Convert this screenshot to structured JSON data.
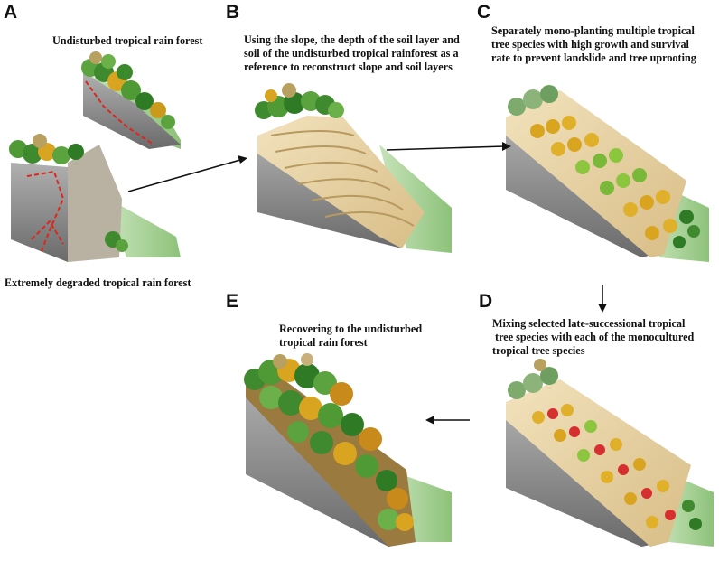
{
  "panels": {
    "a": {
      "letter": "A",
      "top_caption": "Undisturbed tropical rain forest",
      "bottom_caption": "Extremely degraded tropical rain forest"
    },
    "b": {
      "letter": "B",
      "caption_lines": [
        "Using the slope, the depth of the soil layer and",
        "soil of the undisturbed tropical rainforest as a",
        "reference to reconstruct slope and soil layers"
      ]
    },
    "c": {
      "letter": "C",
      "caption_lines": [
        "Separately mono-planting multiple tropical",
        "tree species with high growth and survival",
        "rate to prevent landslide and tree uprooting"
      ]
    },
    "d": {
      "letter": "D",
      "caption_lines": [
        "Mixing selected late-successional tropical",
        " tree species with each of the monocultured",
        "tropical tree species"
      ]
    },
    "e": {
      "letter": "E",
      "caption_lines": [
        "Recovering to the undisturbed",
        "tropical rain forest"
      ]
    }
  },
  "colors": {
    "rock": "#8d8d8d",
    "soil": "#e8d3a8",
    "grass": "#9cc98a",
    "forest_green": "#3f8a2e",
    "autumn_yellow": "#d9a521",
    "red_outline": "#e0261b",
    "arrow": "#111111"
  }
}
